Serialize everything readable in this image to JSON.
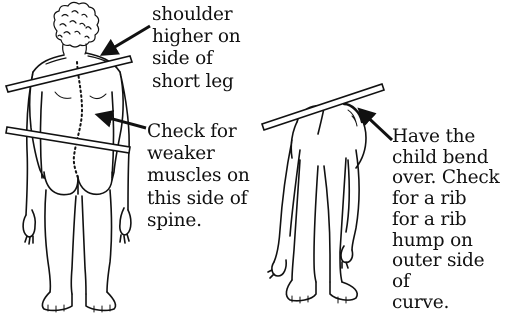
{
  "annotations": {
    "shoulder": "shoulder\nhigher on\nside of\nshort leg",
    "muscles": "Check for\nweaker\nmuscles on\nthis side of\nspine.",
    "bend_over": "Have the\nchild bend\nover. Check\nfor a rib\nfor a rib\nhump on\nouter side of\ncurve."
  },
  "figures": [
    {
      "name": "standing-child-back-view",
      "icon": "standing-figure"
    },
    {
      "name": "bending-child-back-view",
      "icon": "bending-figure"
    }
  ],
  "colors": {
    "ink": "#111111",
    "background": "#ffffff"
  }
}
